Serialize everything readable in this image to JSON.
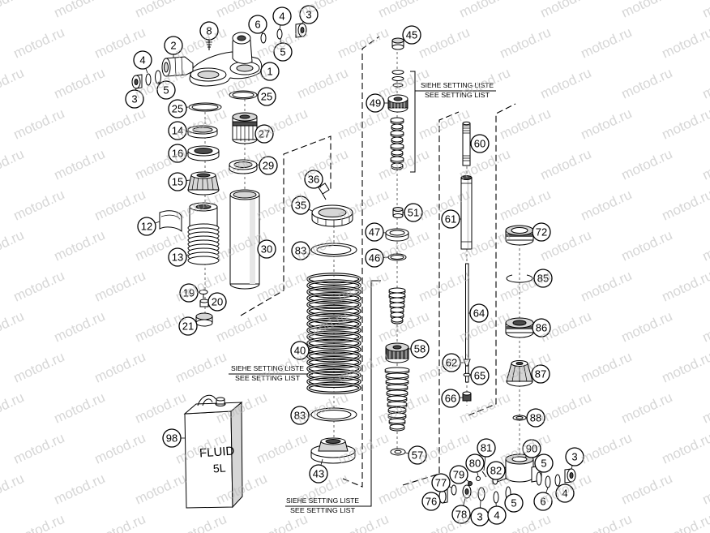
{
  "watermark": "motod.ru",
  "callouts": [
    "8",
    "6",
    "4",
    "3",
    "2",
    "5",
    "1",
    "4",
    "5",
    "3",
    "25",
    "25",
    "14",
    "27",
    "16",
    "29",
    "15",
    "12",
    "13",
    "30",
    "19",
    "20",
    "21",
    "36",
    "35",
    "83",
    "40",
    "83",
    "43",
    "98",
    "45",
    "49",
    "51",
    "47",
    "46",
    "58",
    "57",
    "60",
    "61",
    "64",
    "62",
    "65",
    "66",
    "72",
    "85",
    "86",
    "87",
    "88",
    "90",
    "81",
    "80",
    "79",
    "82",
    "77",
    "76",
    "78",
    "3",
    "4",
    "5",
    "5",
    "3",
    "6",
    "4"
  ],
  "notes": [
    {
      "de": "SIEHE SETTING LISTE",
      "en": "SEE SETTING LIST"
    },
    {
      "de": "SIEHE SETTING LISTE",
      "en": "SEE SETTING LIST"
    },
    {
      "de": "SIEHE SETTING LISTE",
      "en": "SEE SETTING LIST"
    }
  ],
  "fluid_can": {
    "product": "FLUID",
    "volume": "5L"
  },
  "colors": {
    "line": "#000000",
    "background": "#ffffff",
    "watermark": "#b5b5b5"
  }
}
